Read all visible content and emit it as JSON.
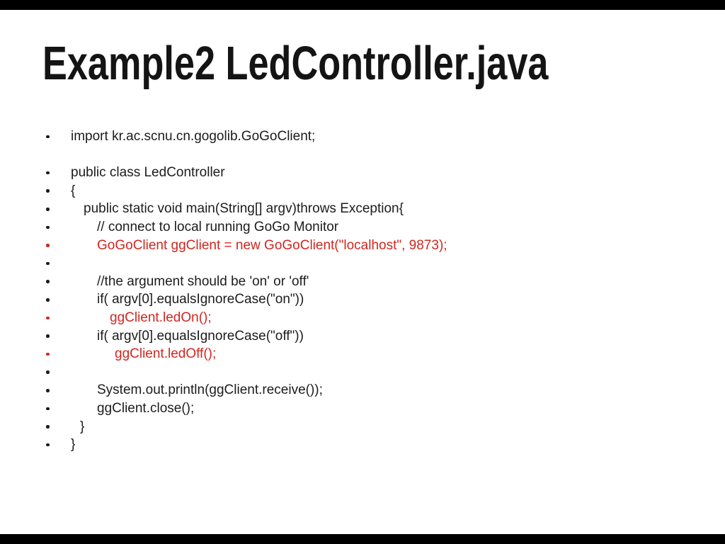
{
  "slide": {
    "title": "Example2 LedController.java",
    "colors": {
      "code_red": "#d2261f",
      "text_black": "#1c1c1c",
      "letterbox_black": "#000000",
      "background": "#ffffff"
    },
    "code_lines": [
      {
        "text": "import kr.ac.scnu.cn.gogolib.GoGoClient;",
        "bullet": true,
        "indent": 0,
        "color": "black"
      },
      {
        "text": "",
        "bullet": false,
        "indent": 0,
        "color": "black"
      },
      {
        "text": "public class LedController",
        "bullet": true,
        "indent": 0,
        "color": "black"
      },
      {
        "text": "{",
        "bullet": true,
        "indent": 0,
        "color": "black"
      },
      {
        "text": "public static void main(String[] argv)throws Exception{",
        "bullet": true,
        "indent": 18,
        "color": "black"
      },
      {
        "text": "// connect to local running GoGo Monitor",
        "bullet": true,
        "indent": 37,
        "color": "black"
      },
      {
        "text": "GoGoClient ggClient = new GoGoClient(\"localhost\", 9873);",
        "bullet": true,
        "indent": 37,
        "color": "red"
      },
      {
        "text": "",
        "bullet": true,
        "indent": 0,
        "color": "black"
      },
      {
        "text": "//the argument should be 'on' or 'off'",
        "bullet": true,
        "indent": 37,
        "color": "black"
      },
      {
        "text": "if( argv[0].equalsIgnoreCase(\"on\"))",
        "bullet": true,
        "indent": 37,
        "color": "black"
      },
      {
        "text": "ggClient.ledOn();",
        "bullet": true,
        "indent": 55,
        "color": "red"
      },
      {
        "text": "if( argv[0].equalsIgnoreCase(\"off\"))",
        "bullet": true,
        "indent": 37,
        "color": "black"
      },
      {
        "text": "ggClient.ledOff();",
        "bullet": true,
        "indent": 62,
        "color": "red"
      },
      {
        "text": "",
        "bullet": true,
        "indent": 0,
        "color": "black"
      },
      {
        "text": "System.out.println(ggClient.receive());",
        "bullet": true,
        "indent": 37,
        "color": "black"
      },
      {
        "text": "ggClient.close();",
        "bullet": true,
        "indent": 37,
        "color": "black"
      },
      {
        "text": "}",
        "bullet": true,
        "indent": 13,
        "color": "black"
      },
      {
        "text": "}",
        "bullet": true,
        "indent": 0,
        "color": "black"
      }
    ]
  }
}
